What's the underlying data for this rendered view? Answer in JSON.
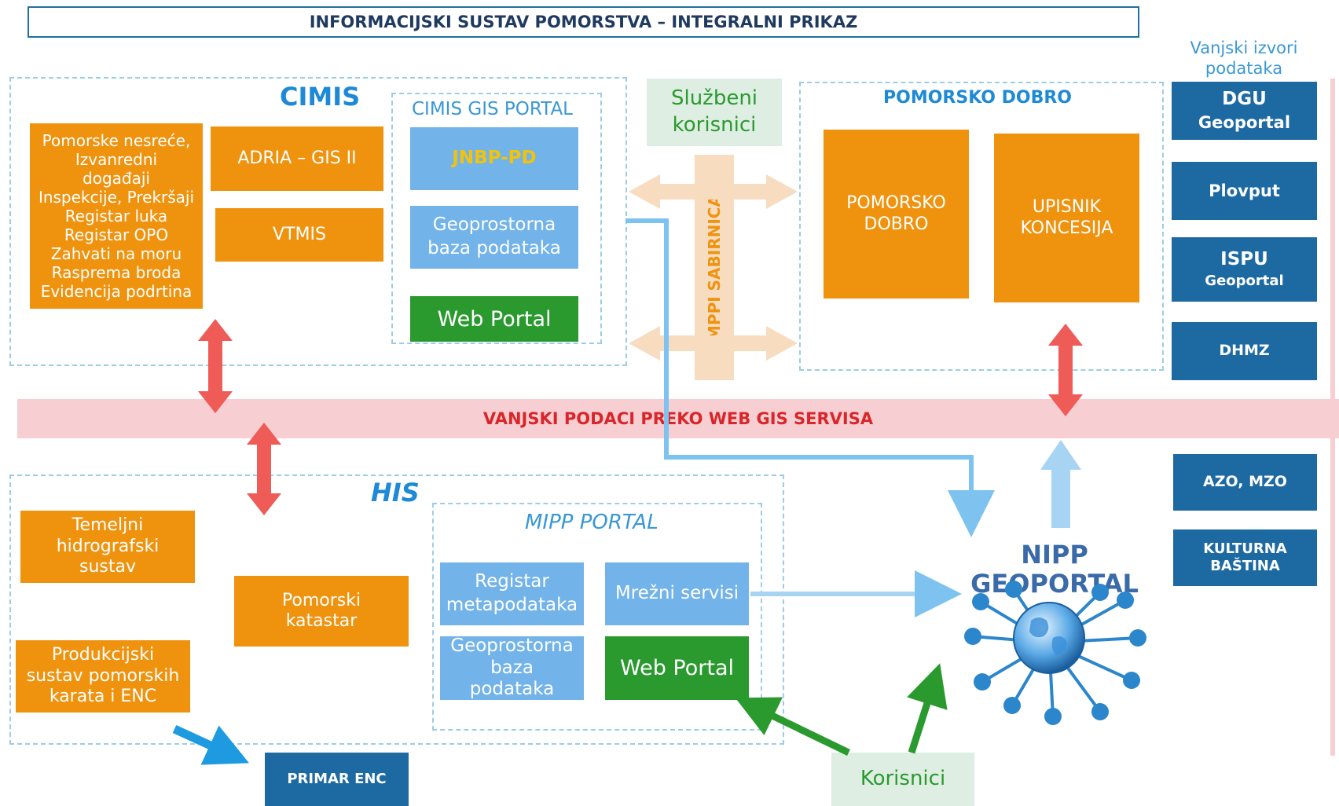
{
  "title": "INFORMACIJSKI SUSTAV POMORSTVA – INTEGRALNI PRIKAZ",
  "cimis": {
    "label": "CIMIS",
    "list_box": "Pomorske nesreće,\nIzvanredni\ndogađaji\nInspekcije, Prekršaji\nRegistar luka\nRegistar OPO\nZahvati na moru\nRasprema broda\nEvidencija podrtina",
    "adria": "ADRIA – GIS II",
    "vtmis": "VTMIS",
    "gis_portal": {
      "label": "CIMIS GIS PORTAL",
      "jnbp": "JNBP-PD",
      "geobaza": "Geoprostorna\nbaza podataka",
      "web_portal": "Web Portal"
    }
  },
  "sluzbeni_korisnici": "Službeni\nkorisnici",
  "sabirnica": "MPPI SABIRNICA",
  "pomorsko_dobro": {
    "label": "POMORSKO DOBRO",
    "box1": "POMORSKO\nDOBRO",
    "box2": "UPISNIK\nKONCESIJA"
  },
  "vanjski_izvori": {
    "label": "Vanjski izvori\npodataka",
    "items": [
      {
        "line1": "DGU",
        "line2": "Geoportal"
      },
      {
        "line1": "Plovput",
        "line2": ""
      },
      {
        "line1": "ISPU",
        "line2": "Geoportal"
      },
      {
        "line1": "DHMZ",
        "line2": ""
      },
      {
        "line1": "AZO, MZO",
        "line2": ""
      },
      {
        "line1": "KULTURNA",
        "line2": "BAŠTINA"
      }
    ]
  },
  "band": "VANJSKI PODACI PREKO WEB GIS SERVISA",
  "his": {
    "label": "HIS",
    "temeljni": "Temeljni\nhidrografski\nsustav",
    "katastar": "Pomorski\nkatastar",
    "produkcijski": "Produkcijski\nsustav pomorskih\nkarata i ENC",
    "mipp": {
      "label": "MIPP PORTAL",
      "registar": "Registar\nmetapodataka",
      "mrezni": "Mrežni servisi",
      "geobaza": "Geoprostorna\nbaza\npodataka",
      "web_portal": "Web Portal"
    }
  },
  "primar": "PRIMAR ENC",
  "nipp": {
    "line1": "NIPP",
    "line2": "GEOPORTAL"
  },
  "korisnici": "Korisnici",
  "colors": {
    "orange": "#ef930f",
    "light_blue": "#72b3e9",
    "green": "#2a9a2f",
    "navy": "#1d6aa3",
    "band": "#f7cfd2",
    "red_arrow": "#ef5b57",
    "pale_orange": "#f7dcc0"
  }
}
